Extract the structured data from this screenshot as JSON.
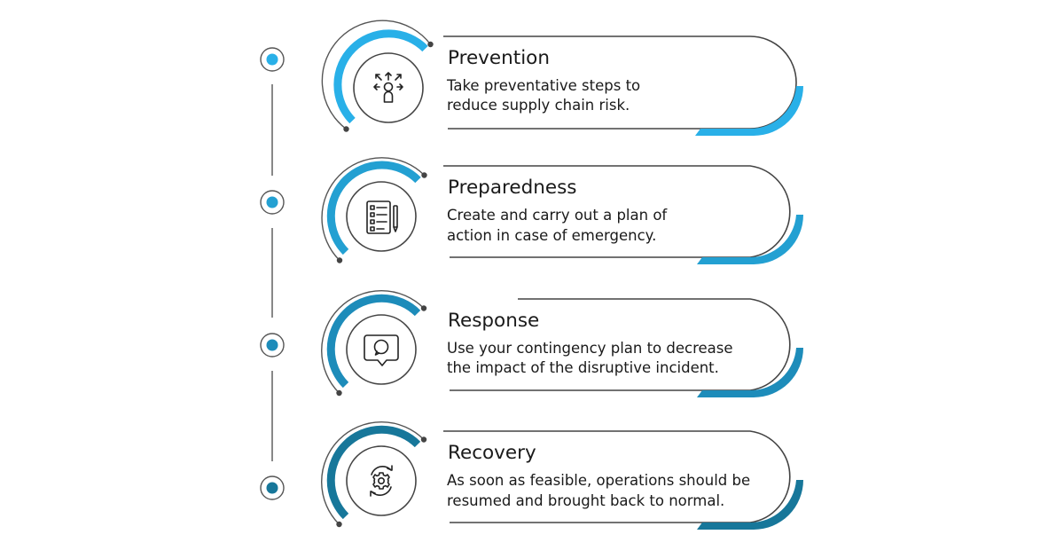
{
  "steps": [
    {
      "title": "Prevention",
      "description_line1": "Take preventative steps to",
      "description_line2": "reduce supply chain risk.",
      "icon": "people-arrows-icon",
      "accent": "#29B0E8"
    },
    {
      "title": "Preparedness",
      "description_line1": "Create and carry out a plan of",
      "description_line2": "action in case of emergency.",
      "icon": "checklist-document-icon",
      "accent": "#23A0D2"
    },
    {
      "title": "Response",
      "description_line1": "Use your contingency plan to decrease",
      "description_line2": "the impact of the disruptive incident.",
      "icon": "chat-bubble-icon",
      "accent": "#1D8CBA"
    },
    {
      "title": "Recovery",
      "description_line1": "As soon as feasible, operations should be",
      "description_line2": "resumed and brought back to normal.",
      "icon": "gear-cycle-icon",
      "accent": "#17779A"
    }
  ]
}
